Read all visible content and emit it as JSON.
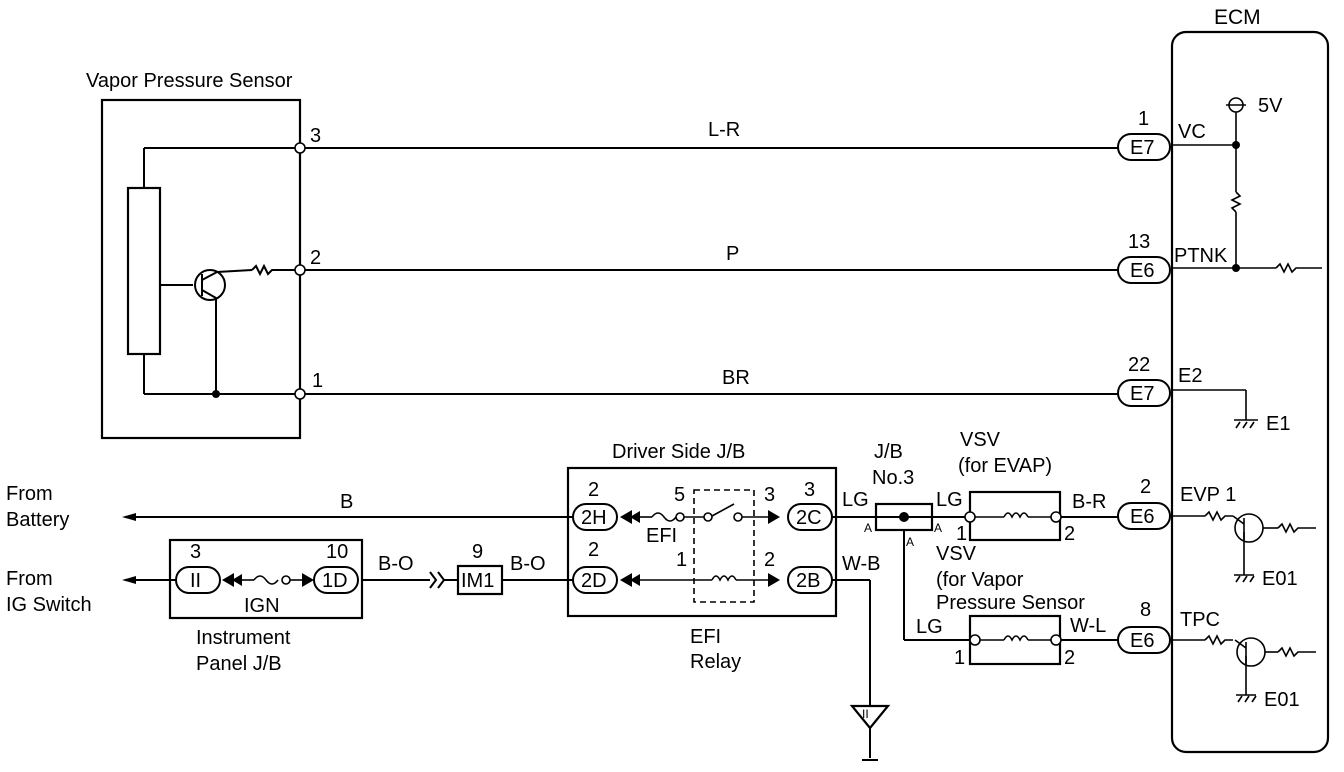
{
  "components": {
    "ecm": "ECM",
    "vapor_sensor": "Vapor Pressure Sensor",
    "driver_jb": "Driver Side J/B",
    "jb3_line1": "J/B",
    "jb3_line2": "No.3",
    "vsv_evap_line1": "VSV",
    "vsv_evap_line2": "(for EVAP)",
    "vsv_vps_line1": "VSV",
    "vsv_vps_line2": "(for Vapor",
    "vsv_vps_line3": "Pressure Sensor",
    "instr_jb_line1": "Instrument",
    "instr_jb_line2": "Panel J/B",
    "efi_relay_line1": "EFI",
    "efi_relay_line2": "Relay",
    "ign_fuse": "IGN",
    "efi_fuse": "EFI"
  },
  "sources": {
    "battery_line1": "From",
    "battery_line2": "Battery",
    "ig_line1": "From",
    "ig_line2": "IG Switch"
  },
  "ecm_pins": {
    "vc": "VC",
    "ptnk": "PTNK",
    "e2": "E2",
    "evp1": "EVP 1",
    "tpc": "TPC",
    "v5": "5V",
    "e1": "E1",
    "e01_top": "E01",
    "e01_bottom": "E01"
  },
  "wires": {
    "lr": "L-R",
    "p": "P",
    "br": "BR",
    "b": "B",
    "bo1": "B-O",
    "bo2": "B-O",
    "lg_left": "LG",
    "lg_right": "LG",
    "wb": "W-B",
    "br_evap": "B-R",
    "lg_lower": "LG",
    "wl": "W-L"
  },
  "connectors": {
    "e7_top": "E7",
    "e6_ptnk": "E6",
    "e7_e2": "E7",
    "e6_evp": "E6",
    "e6_tpc": "E6",
    "c_2h": "2H",
    "c_2d": "2D",
    "c_2c": "2C",
    "c_2b": "2B",
    "c_ii": "II",
    "c_1d": "1D",
    "c_im1": "IM1"
  },
  "pins": {
    "sensor_3": "3",
    "sensor_2": "2",
    "sensor_1": "1",
    "e7_top": "1",
    "e6_ptnk": "13",
    "e7_e2": "22",
    "e6_evp": "2",
    "e6_tpc": "8",
    "c_2h": "2",
    "c_2d": "2",
    "relay_5": "5",
    "relay_3": "3",
    "c_2c": "3",
    "relay_1": "1",
    "relay_2": "2",
    "c_ii": "3",
    "c_1d": "10",
    "c_im1": "9",
    "vsv_evap_1": "1",
    "vsv_evap_2": "2",
    "vsv_vps_1": "1",
    "vsv_vps_2": "2",
    "jb3_a1": "A",
    "jb3_a2": "A",
    "jb3_a3": "A",
    "ground_ii": "II"
  }
}
